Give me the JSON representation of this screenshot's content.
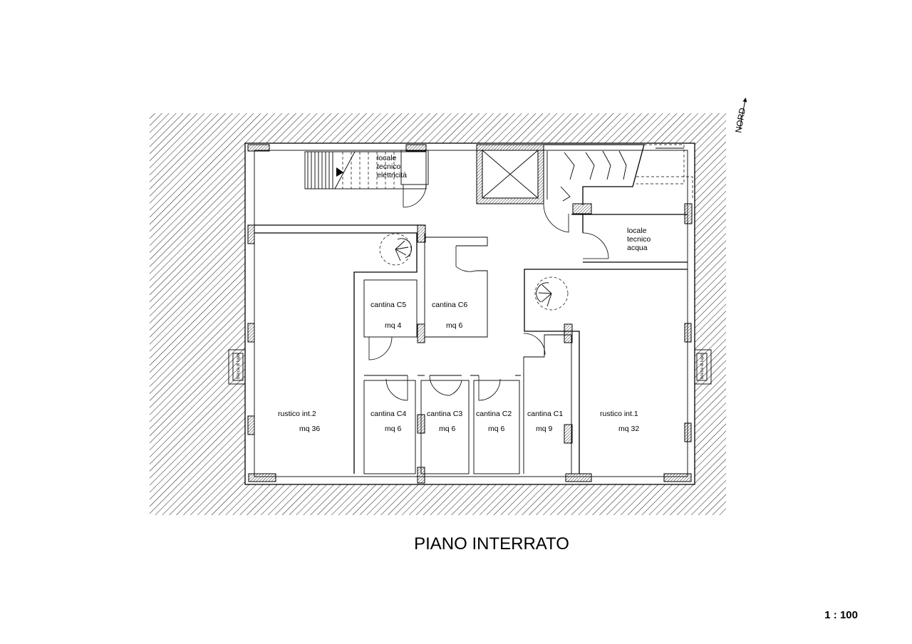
{
  "drawing": {
    "title": "PIANO INTERRATO",
    "scale": "1 : 100",
    "north": "NORD"
  },
  "rooms": {
    "elettrico": [
      "locale",
      "tecnico",
      "elettricità"
    ],
    "acqua": [
      "locale",
      "tecnico",
      "acqua"
    ],
    "c5": {
      "name": "cantina C5",
      "area": "mq 4"
    },
    "c6": {
      "name": "cantina C6",
      "area": "mq 6"
    },
    "c4": {
      "name": "cantina C4",
      "area": "mq 6"
    },
    "c3": {
      "name": "cantina C3",
      "area": "mq 6"
    },
    "c2": {
      "name": "cantina C2",
      "area": "mq 6"
    },
    "c1": {
      "name": "cantina C1",
      "area": "mq 9"
    },
    "rustico2": {
      "name": "rustico int.2",
      "area": "mq 36"
    },
    "rustico1": {
      "name": "rustico int.1",
      "area": "mq 32"
    }
  },
  "vents": {
    "left": "bocca di lupo",
    "right": "bocca di lupo"
  }
}
